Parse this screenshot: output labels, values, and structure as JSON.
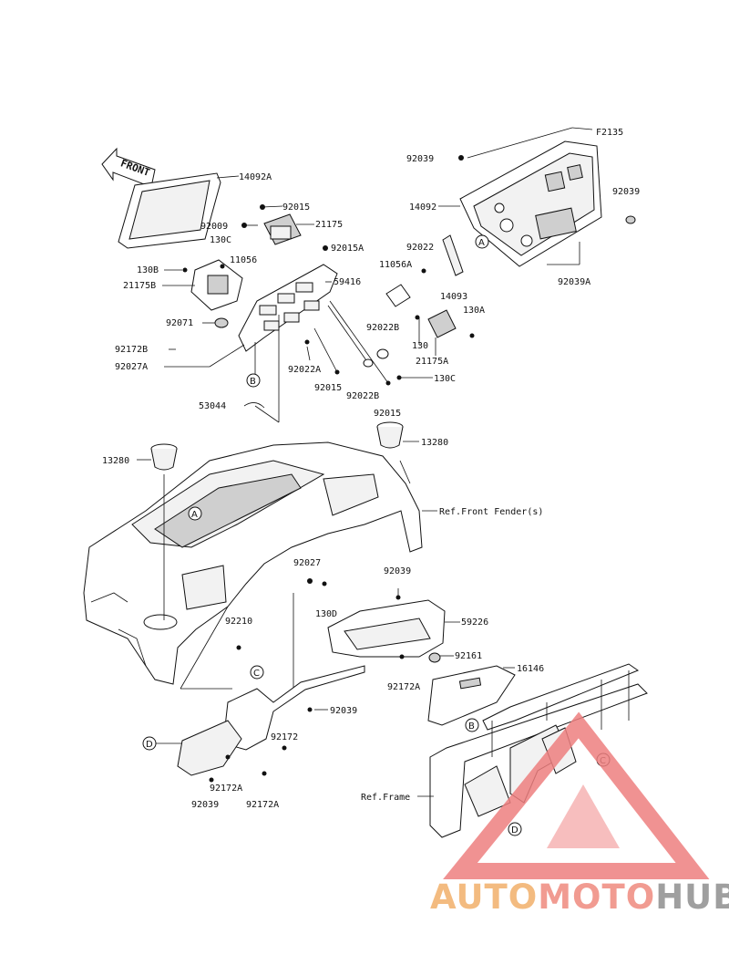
{
  "diagram_code": "F2135",
  "front_arrow_label": "FRONT",
  "parts": {
    "p14092A": "14092A",
    "p92015_top": "92015",
    "p92009": "92009",
    "p21175": "21175",
    "p130C_top": "130C",
    "p11056": "11056",
    "p130B": "130B",
    "p21175B": "21175B",
    "p92015A": "92015A",
    "p59416": "59416",
    "p92071": "92071",
    "p92172B": "92172B",
    "p92027A": "92027A",
    "p92022A": "92022A",
    "p92015_mid": "92015",
    "p92022B_1": "92022B",
    "p92022B_2": "92022B",
    "p92015_low": "92015",
    "p53044": "53044",
    "p92039_top": "92039",
    "p14092": "14092",
    "p92039_right": "92039",
    "p92022": "92022",
    "p11056A": "11056A",
    "p14093": "14093",
    "p92039A": "92039A",
    "p130A": "130A",
    "p130": "130",
    "p21175A": "21175A",
    "p130C_right": "130C",
    "p13280_left": "13280",
    "p13280_right": "13280",
    "ref_front_fender": "Ref.Front Fender(s)",
    "p92027": "92027",
    "p130D": "130D",
    "p92039_mid": "92039",
    "p59226": "59226",
    "p92210": "92210",
    "p92161": "92161",
    "p16146": "16146",
    "p92172A_mid": "92172A",
    "p92039_low": "92039",
    "p92172": "92172",
    "p92172A_1": "92172A",
    "p92039_bottom": "92039",
    "p92172A_2": "92172A",
    "ref_frame": "Ref.Frame"
  },
  "callouts": {
    "A": "A",
    "B": "B",
    "C": "C",
    "D": "D"
  },
  "watermark": {
    "part1": "AUTO",
    "part2": "MOTO",
    "part3": "HUB",
    "colors": {
      "auto": "#f2b06a",
      "moto": "#ef8a7e",
      "hub": "#8f8f8f",
      "triangle": "#ee7f7f"
    }
  }
}
